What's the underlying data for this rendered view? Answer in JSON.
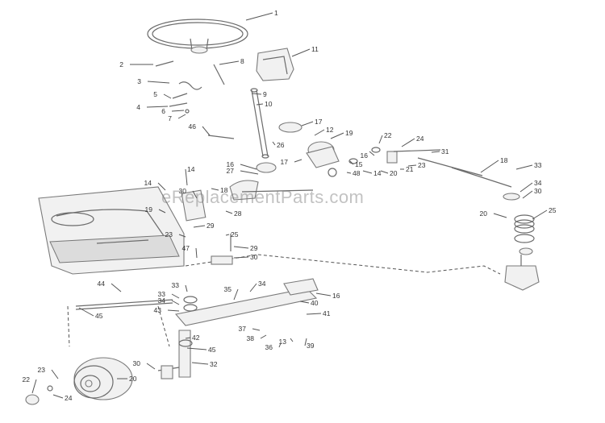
{
  "watermark": "eReplacementParts.com",
  "callouts": [
    "1",
    "2",
    "3",
    "5",
    "4",
    "6",
    "7",
    "8",
    "9",
    "10",
    "11",
    "46",
    "17",
    "12",
    "19",
    "22",
    "24",
    "26",
    "17",
    "16",
    "27",
    "15",
    "16",
    "48",
    "14",
    "20",
    "21",
    "23",
    "31",
    "18",
    "14",
    "14",
    "18",
    "19",
    "30",
    "28",
    "29",
    "23",
    "25",
    "29",
    "30",
    "47",
    "44",
    "45",
    "33",
    "35",
    "34",
    "33",
    "34",
    "43",
    "42",
    "45",
    "37",
    "38",
    "36",
    "13",
    "39",
    "40",
    "16",
    "41",
    "20",
    "23",
    "24",
    "22",
    "30",
    "32",
    "33",
    "34",
    "30",
    "20",
    "25"
  ]
}
